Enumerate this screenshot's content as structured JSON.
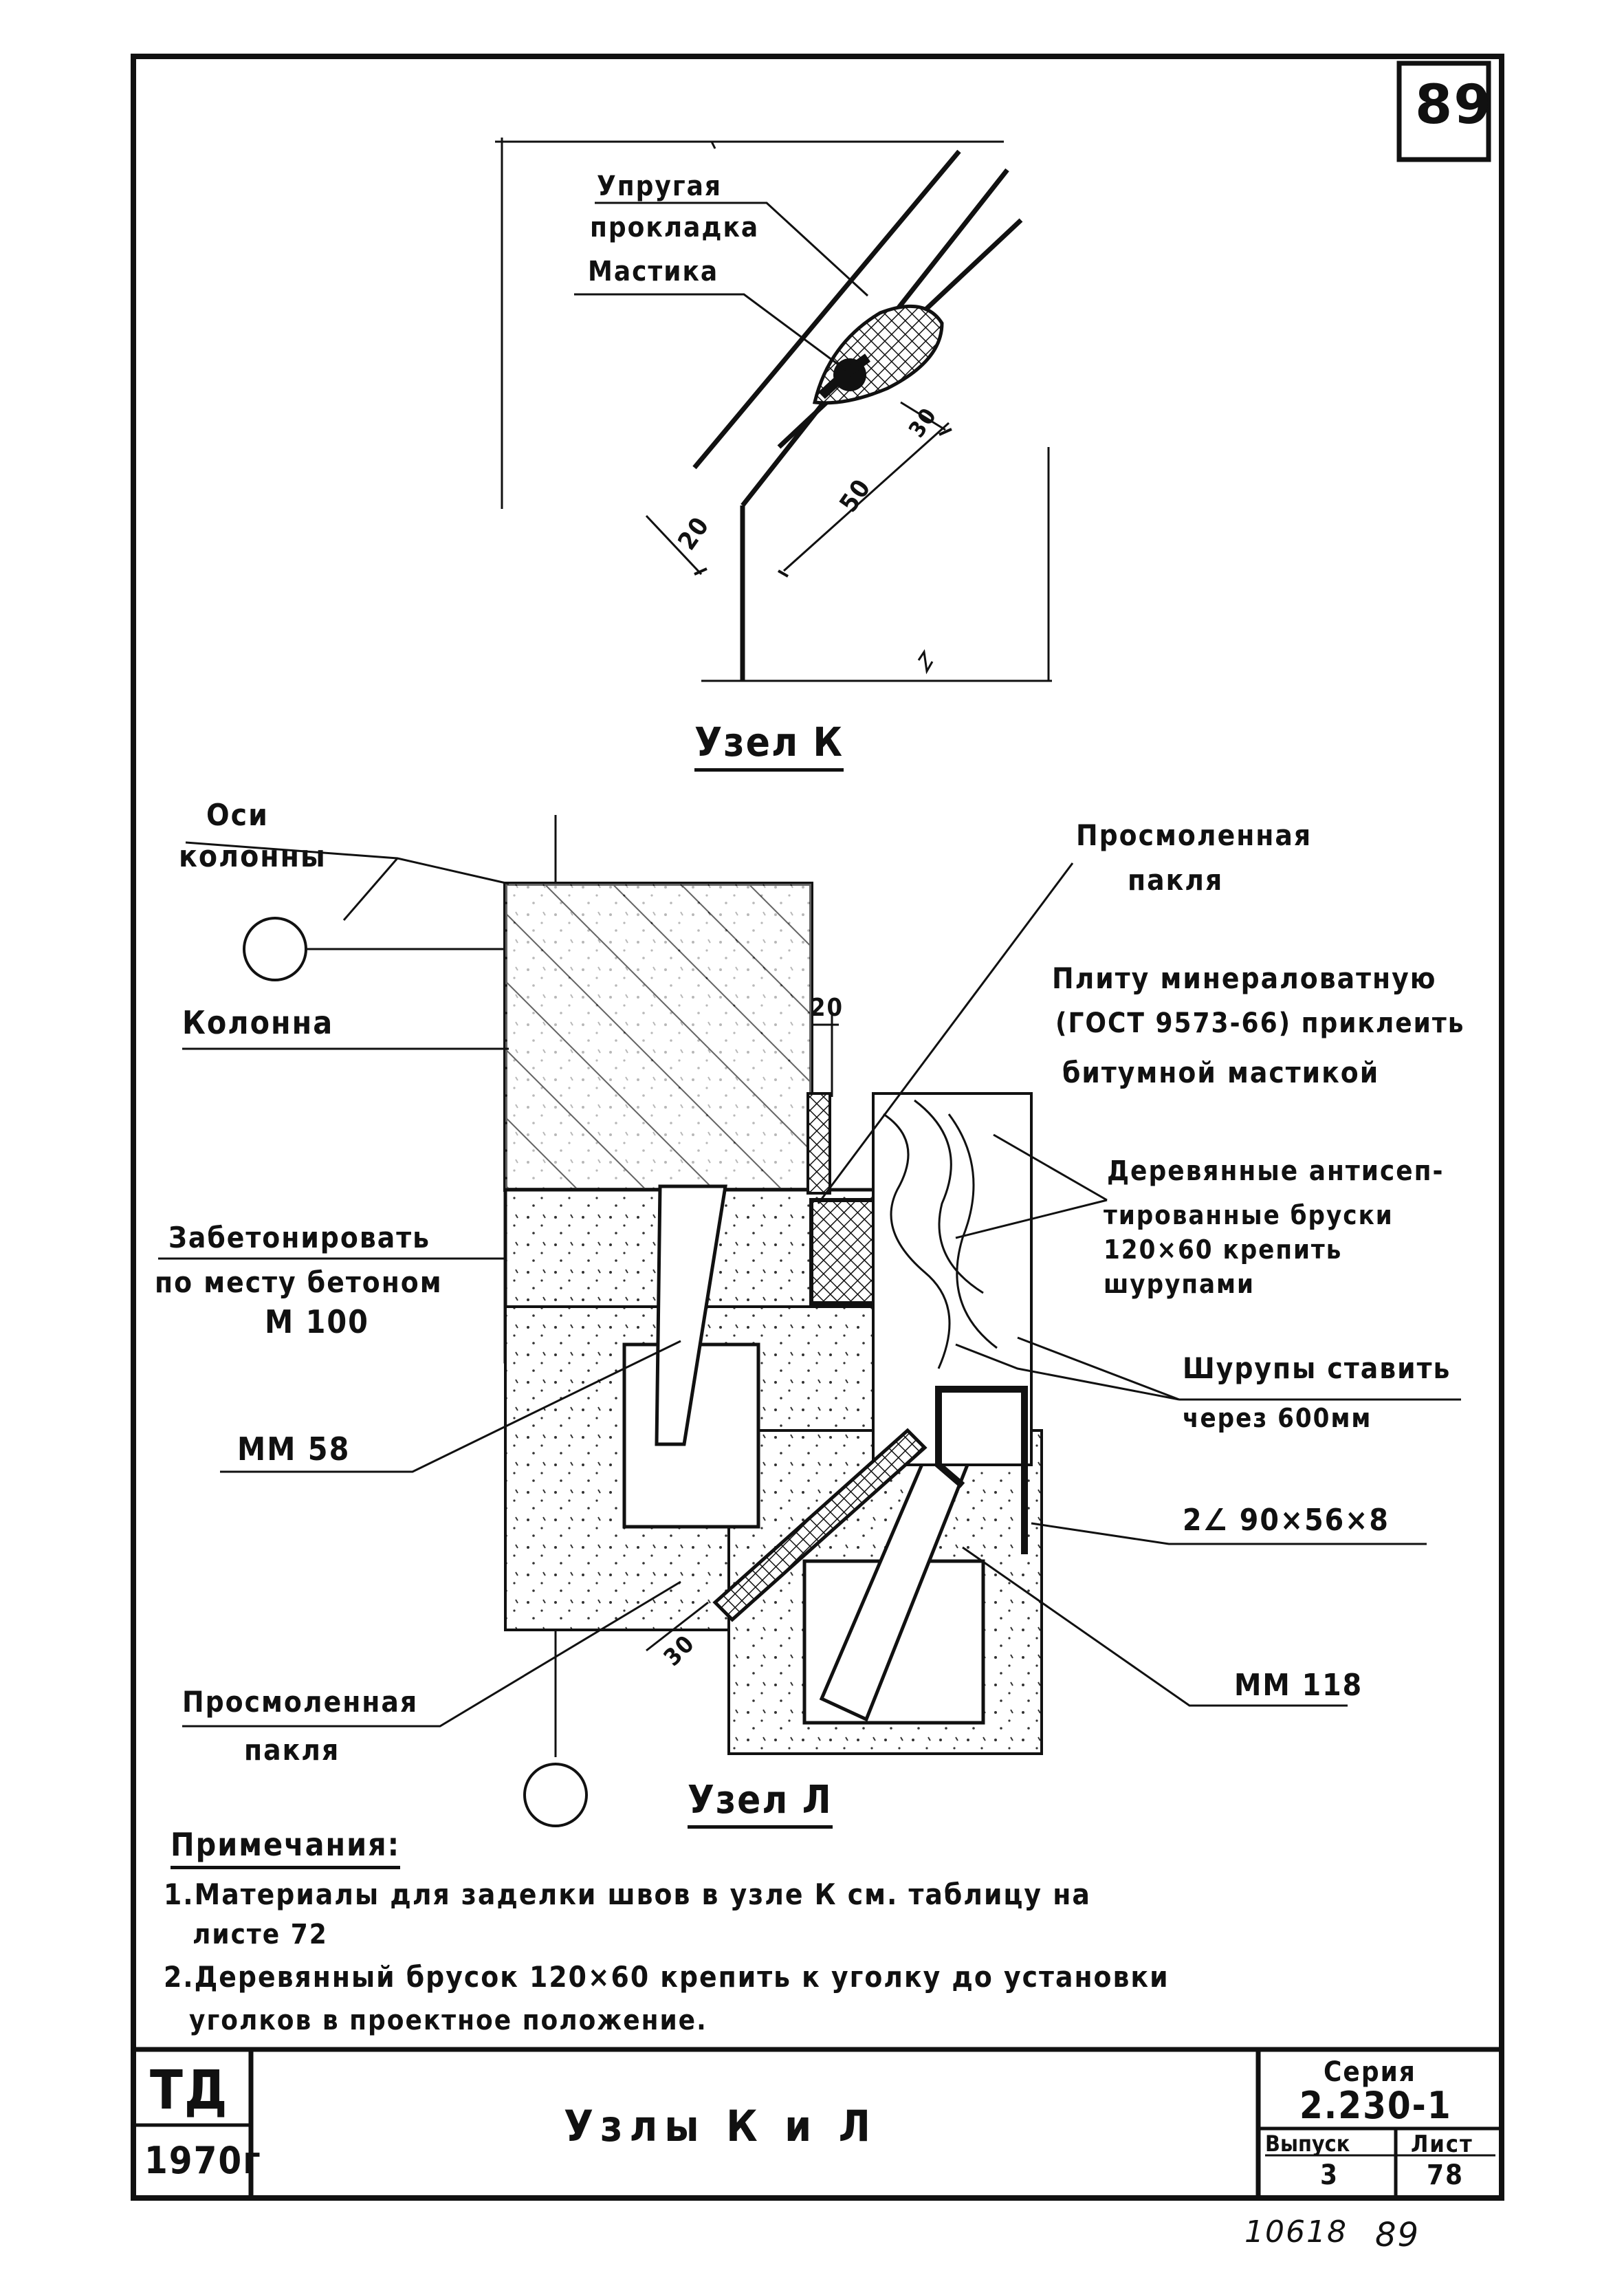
{
  "sheet_number": "89",
  "detail_k": {
    "title": "Узел К",
    "label_line1": "Упругая",
    "label_line2": "прокладка",
    "label_line3": "Мастика",
    "dim_20": "20",
    "dim_50": "50",
    "dim_30": "30"
  },
  "detail_l": {
    "title": "Узел Л",
    "axis_label_line1": "Оси",
    "axis_label_line2": "колонны",
    "column_label": "Колонна",
    "tarred_tow_top_line1": "Просмоленная",
    "tarred_tow_top_line2": "пакля",
    "mineral_wool_line1": "Плиту минераловатную",
    "mineral_wool_line2": "(ГОСТ 9573-66) приклеить",
    "mineral_wool_line3": "битумной мастикой",
    "dim_20": "20",
    "wooden_bars_line1": "Деревянные антисеп-",
    "wooden_bars_line2": "тированные бруски",
    "wooden_bars_line3": "120×60 крепить",
    "wooden_bars_line4": "шурупами",
    "concrete_line1": "Забетонировать",
    "concrete_line2": "по месту бетоном",
    "concrete_line3": "М 100",
    "mm58": "ММ 58",
    "screws_line1": "Шурупы ставить",
    "screws_line2": "через 600мм",
    "angle": "2∠ 90×56×8",
    "mm118": "ММ 118",
    "tarred_tow_bottom_line1": "Просмоленная",
    "tarred_tow_bottom_line2": "пакля",
    "dim_30": "30"
  },
  "notes": {
    "heading": "Примечания:",
    "note1_line1": "1.Материалы для заделки швов в узле К см. таблицу на",
    "note1_line2": "листе 72",
    "note2_line1": "2.Деревянный брусок 120×60 крепить к уголку до установки",
    "note2_line2": "уголков в проектное положение."
  },
  "title_block": {
    "org": "ТД",
    "year": "1970г",
    "title": "Узлы К и Л",
    "series_label": "Серия",
    "series_value": "2.230-1",
    "issue_label": "Выпуск",
    "issue_value": "3",
    "sheet_label": "Лист",
    "sheet_value": "78"
  },
  "footer": {
    "handwritten_code": "10618",
    "handwritten_page": "89"
  }
}
